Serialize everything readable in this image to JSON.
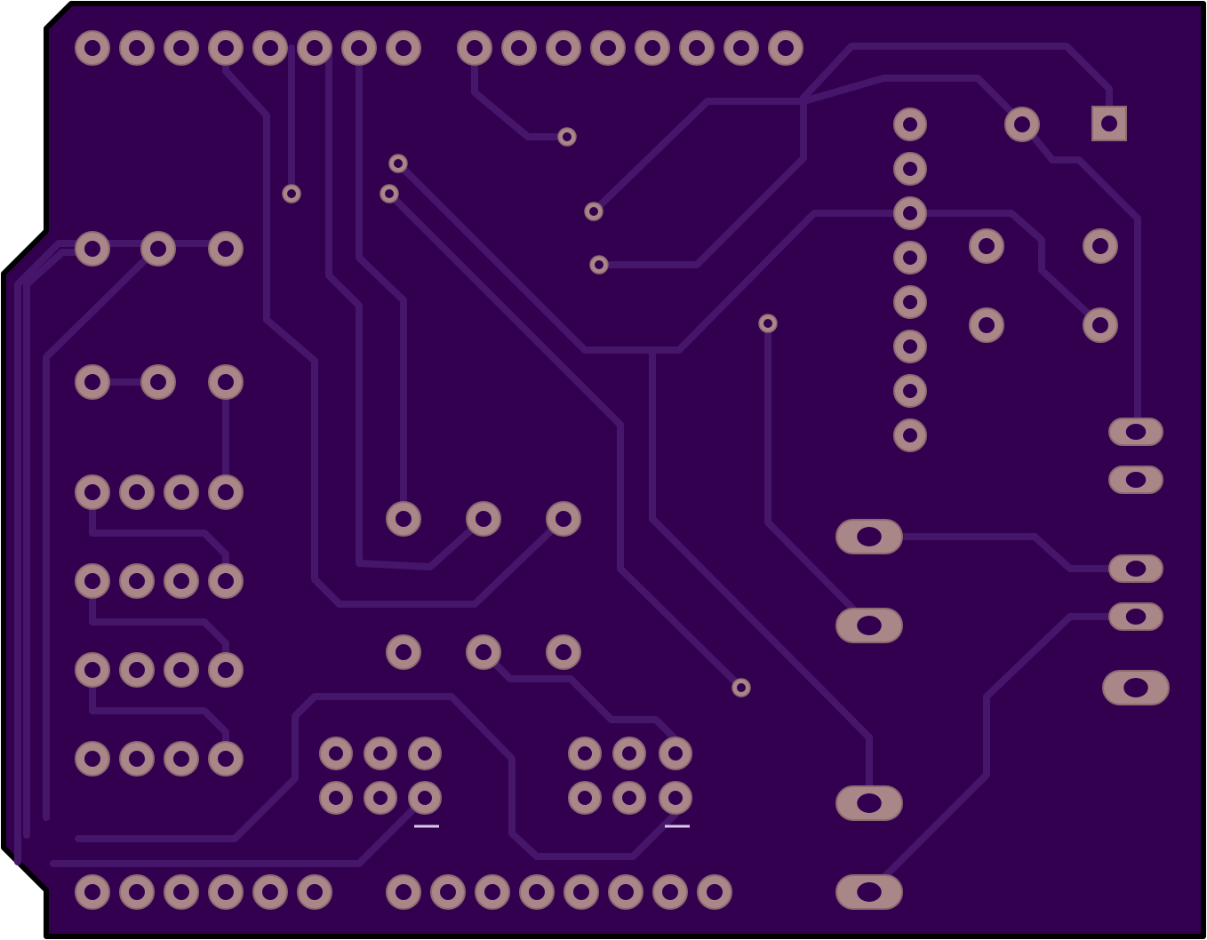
{
  "colors": {
    "substrate": "#330050",
    "outline": "#000000",
    "trace": "#46166b",
    "pad": "#a98788",
    "pad_stroke": "#8d6a6f",
    "drill": "#330050",
    "silk_mark": "#d7c8e6"
  },
  "board": {
    "layer": "bottom copper",
    "pad_count": 105,
    "via_count": 10
  }
}
